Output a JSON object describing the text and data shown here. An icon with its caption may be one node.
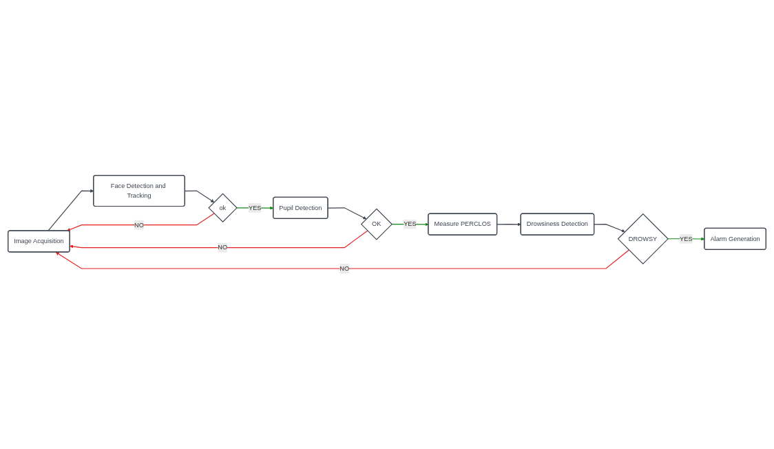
{
  "diagram": {
    "nodes": [
      {
        "text": [
          "Image Acquisition"
        ]
      },
      {
        "text": [
          "Face Detection and Tracking"
        ]
      },
      {
        "text": [
          "ok"
        ]
      },
      {
        "text": [
          "Pupil Detection"
        ]
      },
      {
        "text": [
          "OK"
        ]
      },
      {
        "text": [
          "Measure PERCLOS"
        ]
      },
      {
        "text": [
          "Drowsiness Detection"
        ]
      },
      {
        "text": [
          "DROWSY"
        ]
      },
      {
        "text": [
          "Alarm Generation"
        ]
      }
    ],
    "edges": [
      {
        "from": 0,
        "to": 1,
        "arrow": "to"
      },
      {
        "from": 1,
        "to": 2,
        "arrow": "to"
      },
      {
        "from": 2,
        "to": 3,
        "arrow": "to",
        "label": "YES",
        "color": "#138a13"
      },
      {
        "from": 2,
        "to": 0,
        "arrow": "to",
        "label": "NO",
        "color": "#e61e1e"
      },
      {
        "from": 4,
        "to": 0,
        "arrow": "to",
        "label": "NO",
        "color": "#e61e1e"
      },
      {
        "from": 3,
        "to": 4,
        "arrow": "to"
      },
      {
        "from": 4,
        "to": 5,
        "arrow": "to",
        "label": "YES",
        "color": "#138a13"
      },
      {
        "from": 5,
        "to": 6,
        "arrow": "to"
      },
      {
        "from": 6,
        "to": 7,
        "arrow": "to"
      },
      {
        "from": 7,
        "to": 8,
        "arrow": "to",
        "label": "YES",
        "color": "#138a13"
      },
      {
        "from": 7,
        "to": 0,
        "arrow": "to",
        "label": "NO",
        "color": "#e61e1e"
      }
    ]
  }
}
